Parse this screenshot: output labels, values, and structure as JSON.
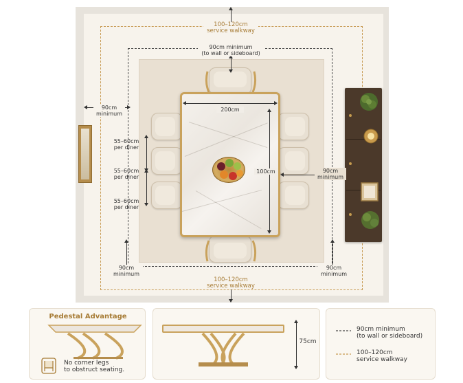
{
  "plan": {
    "service_walkway_top": {
      "line1": "100–120cm",
      "line2": "service walkway"
    },
    "wall_clear_top": {
      "line1": "90cm minimum",
      "line2": "(to wall or sideboard)"
    },
    "left_clear": {
      "line1": "90cm",
      "line2": "minimum"
    },
    "right_clear": {
      "line1": "90cm",
      "line2": "minimum"
    },
    "bottom_left_clear": {
      "line1": "90cm",
      "line2": "minimum"
    },
    "bottom_right_clear": {
      "line1": "90cm",
      "line2": "minimum"
    },
    "service_walkway_bottom": {
      "line1": "100–120cm",
      "line2": "service walkway"
    },
    "table_width": "200cm",
    "table_depth": "100cm",
    "diner_spacing": [
      {
        "line1": "55–60cm",
        "line2": "per diner"
      },
      {
        "line1": "55–60cm",
        "line2": "per diner"
      },
      {
        "line1": "55–60cm",
        "line2": "per diner"
      }
    ]
  },
  "pedestal_panel": {
    "title": "Pedestal Advantage",
    "note_line1": "No corner legs",
    "note_line2": "to obstruct seating."
  },
  "side_panel": {
    "height": "75cm"
  },
  "legend": {
    "dark": {
      "line1": "90cm minimum",
      "line2": "(to wall or sideboard)"
    },
    "gold": {
      "line1": "100–120cm",
      "line2": "service walkway"
    }
  },
  "colors": {
    "gold": "#c79a52",
    "dark": "#4a4a4a",
    "walnut": "#4b392a"
  }
}
